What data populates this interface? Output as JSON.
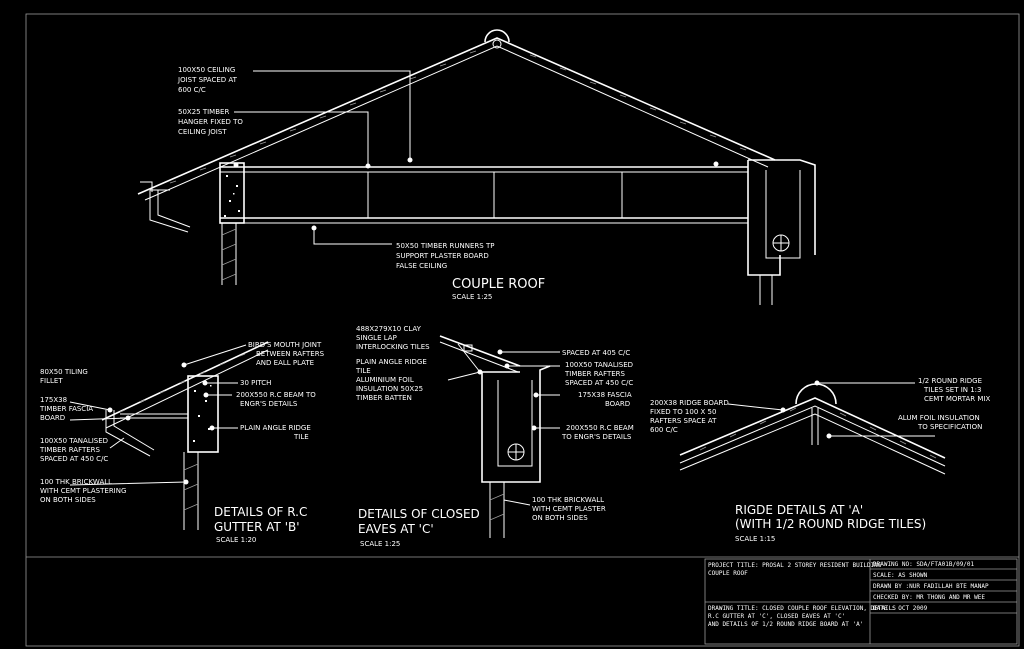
{
  "drawing": {
    "main_title": "COUPLE ROOF",
    "main_scale": "SCALE 1:25",
    "gutter_title_1": "DETAILS OF R.C",
    "gutter_title_2": "GUTTER AT 'B'",
    "gutter_scale": "SCALE 1:20",
    "eaves_title_1": "DETAILS OF CLOSED",
    "eaves_title_2": "EAVES  AT 'C'",
    "eaves_scale": "SCALE 1:25",
    "ridge_title_1": "RIGDE DETAILS AT 'A'",
    "ridge_title_2": "(WITH 1/2 ROUND RIDGE TILES)",
    "ridge_scale": "SCALE 1:15"
  },
  "labels": {
    "ceiling_joist": [
      "100X50 CEILING",
      "JOIST SPACED AT",
      "600 C/C"
    ],
    "timber_hanger": [
      "50X25 TIMBER",
      "HANGER FIXED TO",
      "CEILING JOIST"
    ],
    "runners": [
      "50X50 TIMBER RUNNERS TP",
      "SUPPORT PLASTER BOARD",
      "FALSE CEILING"
    ],
    "birds_mouth": [
      "BIRD'S MOUTH JOINT",
      "BETWEEN RAFTERS",
      "AND EALL PLATE"
    ],
    "tiling_fillet": [
      "80X50 TILING",
      "FILLET"
    ],
    "pitch": [
      "30 PITCH"
    ],
    "fascia_board_b": [
      "175X38",
      "TIMBER FASCIA",
      "BOARD"
    ],
    "beam_b": [
      "200X550 R.C BEAM TO",
      "ENGR'S DETAILS"
    ],
    "plain_angle_b": [
      "PLAIN ANGLE RIDGE",
      "TILE"
    ],
    "rafters_b": [
      "100X50 TANALISED",
      "TIMBER RAFTERS",
      "SPACED AT 450 C/C"
    ],
    "brickwall_b": [
      "100 THK BRICKWALL",
      "WITH CEMT PLASTERING",
      "ON BOTH SIDES"
    ],
    "clay_tiles": [
      "488X279X10 CLAY",
      "SINGLE LAP",
      "INTERLOCKING TILES"
    ],
    "plain_angle_c": [
      "PLAIN ANGLE RIDGE",
      "TILE"
    ],
    "alu_foil_c": [
      "ALUMINIUM FOIL",
      "INSULATION 50X25",
      "TIMBER BATTEN"
    ],
    "spaced_405": [
      "SPACED AT 405 C/C"
    ],
    "rafters_c": [
      "100X50 TANALISED",
      "TIMBER RAFTERS",
      "SPACED AT 450 C/C"
    ],
    "fascia_c": [
      "175X38 FASCIA",
      "BOARD"
    ],
    "beam_c": [
      "200X550 R.C BEAM",
      "TO ENGR'S DETAILS"
    ],
    "brickwall_c": [
      "100 THK BRICKWALL",
      "WITH CEMT PLASTER",
      "ON BOTH SIDES"
    ],
    "ridge_board": [
      "200X38 RIDGE BOARD",
      "FIXED TO 100 X 50",
      "RAFTERS SPACE AT",
      "600 C/C"
    ],
    "round_ridge": [
      "1/2 ROUND RIDGE",
      "TILES SET IN 1:3",
      "CEMT MORTAR MIX"
    ],
    "alu_foil_a": [
      "ALUM FOIL INSULATION",
      "TO SPECIFICATION"
    ]
  },
  "title_block": {
    "project_title": "PROJECT TITLE: PROSAL 2 STOREY RESIDENT BUILDING",
    "project_sub": "COUPLE ROOF",
    "drawing_no": "DRAWING NO:  SDA/FTA01B/09/01",
    "scale": "SCALE:  AS SHOWN",
    "drawn_by": "DRAWN BY :NUR  FADILLAH  BTE  MANAP",
    "checked_by": "CHECKED BY: MR  THONG  AND  MR  WEE",
    "date": "DATE : OCT 2009",
    "drawing_title_1": "DRAWING TITLE: CLOSED COUPLE ROOF ELEVATION, DETAILS",
    "drawing_title_2": "R.C GUTTER AT 'C', CLOSED EAVES AT 'C'",
    "drawing_title_3": "AND DETAILS OF 1/2 ROUND RIDGE BOARD AT 'A'"
  }
}
